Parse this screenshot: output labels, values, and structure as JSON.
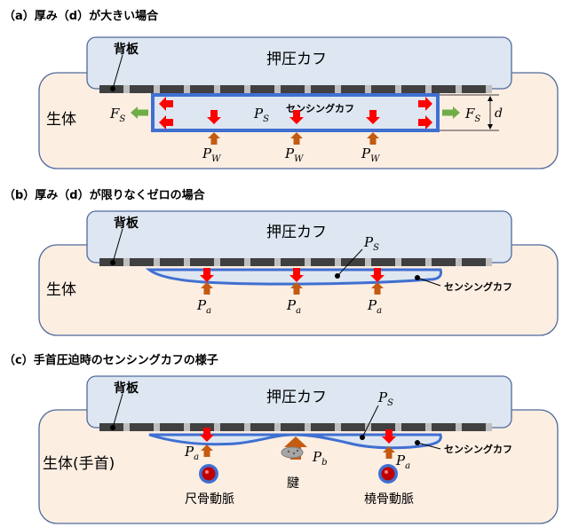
{
  "sections": [
    {
      "heading": "（a）厚み（d）が大きい場合",
      "backplate": "背板",
      "cuff": "押圧カフ",
      "body": "生体",
      "sensing_cuff": "センシングカフ",
      "ps": "P",
      "ps_sub": "S",
      "fs": "F",
      "fs_sub": "S",
      "d": "d",
      "pw": "P",
      "pw_sub": "W"
    },
    {
      "heading": "（b）厚み（d）が限りなくゼロの場合",
      "backplate": "背板",
      "cuff": "押圧カフ",
      "body": "生体",
      "sensing_cuff": "センシングカフ",
      "ps": "P",
      "ps_sub": "S",
      "pa": "P",
      "pa_sub": "a"
    },
    {
      "heading": "（c）手首圧迫時のセンシングカフの様子",
      "backplate": "背板",
      "cuff": "押圧カフ",
      "body": "生体(手首)",
      "sensing_cuff": "センシングカフ",
      "ps": "P",
      "ps_sub": "S",
      "pa": "P",
      "pa_sub": "a",
      "pb": "P",
      "pb_sub": "b",
      "tendon": "腱",
      "ulnar_artery": "尺骨動脈",
      "radial_artery": "橈骨動脈"
    }
  ],
  "colors": {
    "body_fill": "#fdeee2",
    "body_stroke": "#4f6a9c",
    "cuff_fill": "#dde6f1",
    "sensing_blue": "#3f6fd1",
    "red_arrow": "#ff0000",
    "orange_arrow": "#c55a11",
    "green_arrow": "#70ad47",
    "artery": "#c00000"
  }
}
